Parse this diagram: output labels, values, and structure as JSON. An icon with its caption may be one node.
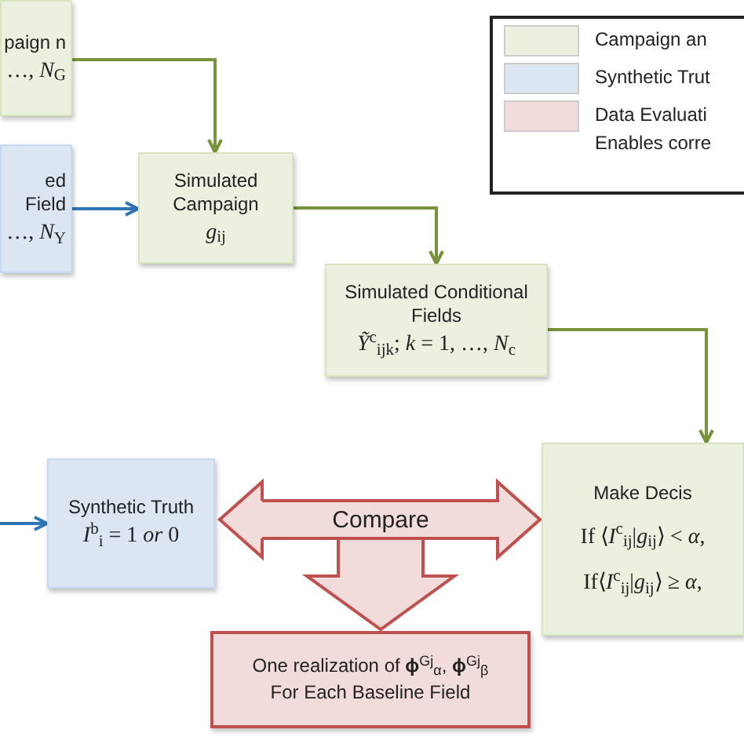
{
  "diagram": {
    "nodes": [
      {
        "text": [
          "paign n",
          "…, *N*$_{G}$"
        ]
      },
      {
        "text": [
          "ed Field",
          "…, *N*$_{Y}$"
        ]
      },
      {
        "text": [
          "Simulated Campaign",
          "*g*$_{ij}$"
        ]
      },
      {
        "text": [
          "Simulated Conditional Fields",
          "*Ỹ*$^{c}$$_{ijk}$; *k* = 1, …, *N*$_{c}$"
        ]
      },
      {
        "text": [
          "Make Decis",
          "If ⟨*I*$^{c}$$_{ij}$|*g*$_{ij}$⟩ < *α*,",
          "If⟨*I*$^{c}$$_{ij}$|*g*$_{ij}$⟩ ≥ *α*,"
        ]
      },
      {
        "text": [
          "Synthetic Truth",
          "*I*$^{b}$$_{i}$ = 1 *or* 0"
        ]
      },
      {
        "text": [
          "Compare"
        ]
      },
      {
        "text": [
          "One realization of **ϕ**$^{Gj}$$_{α}$, **ϕ**$^{Gj}$$_{β}$",
          "For Each Baseline Field"
        ]
      }
    ],
    "edges": [
      {
        "from": 0,
        "to": 2,
        "arrow": "to",
        "color": "#77933c"
      },
      {
        "from": 1,
        "to": 2,
        "arrow": "to",
        "color": "#2e75b6"
      },
      {
        "from": 2,
        "to": 3,
        "arrow": "to",
        "color": "#77933c"
      },
      {
        "from": 3,
        "to": 4,
        "arrow": "to",
        "color": "#77933c"
      },
      {
        "from": null,
        "to": 5,
        "arrow": "to",
        "color": "#2e75b6"
      },
      {
        "from": 6,
        "to": 5,
        "arrow": "to",
        "style": "thick",
        "color": "#c0504d"
      },
      {
        "from": 6,
        "to": 4,
        "arrow": "to",
        "style": "thick",
        "color": "#c0504d"
      },
      {
        "from": 6,
        "to": 7,
        "arrow": "to",
        "style": "thick",
        "color": "#c0504d"
      }
    ],
    "legend": [
      {
        "text": "Campaign an",
        "color": "#ebf1de"
      },
      {
        "text": "Synthetic Trut",
        "color": "#dce6f2"
      },
      {
        "text": "Data Evaluati Enables corre",
        "color": "#f2dcdb"
      }
    ]
  }
}
